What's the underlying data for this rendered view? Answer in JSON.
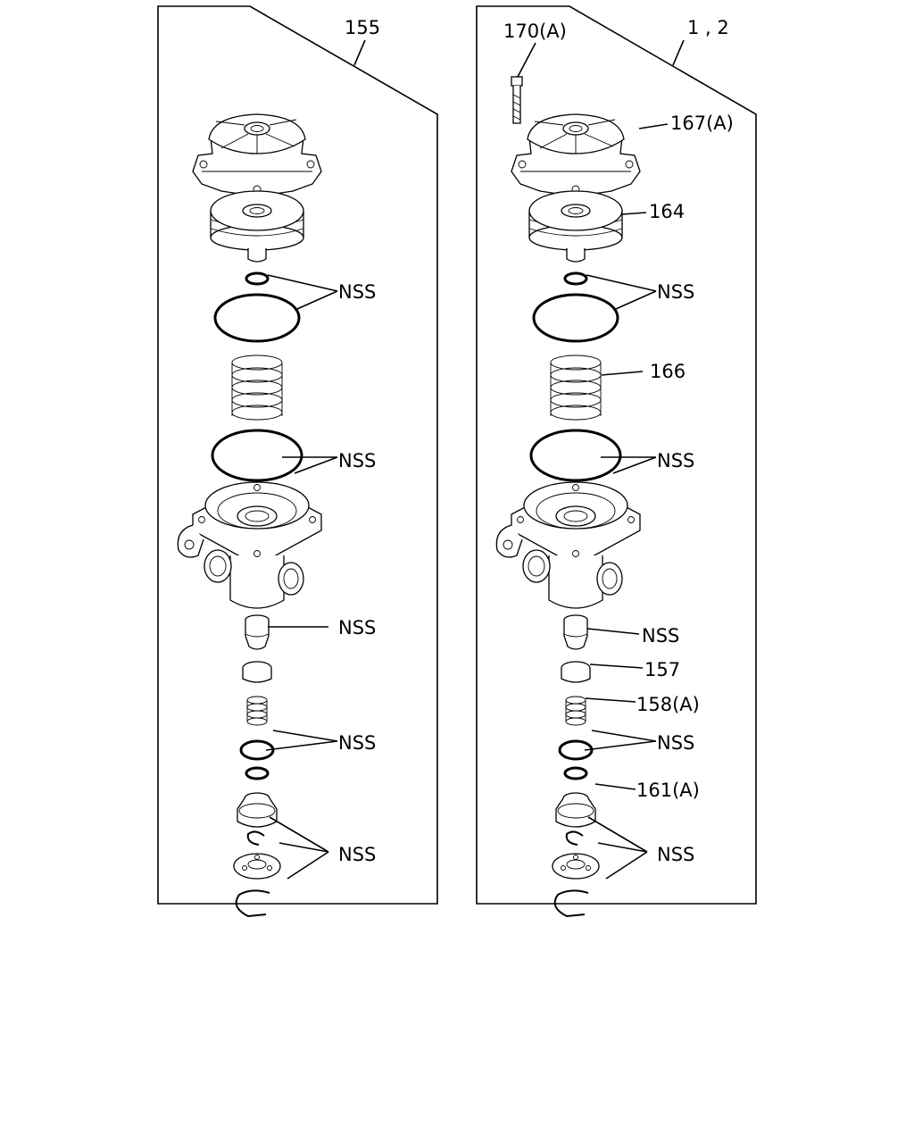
{
  "left_panel": {
    "assembly_number": "155",
    "labels": {
      "nss_seals_upper": "NSS",
      "nss_seal_body": "NSS",
      "nss_valve": "NSS",
      "nss_orings_lower": "NSS",
      "nss_retainer_set": "NSS"
    }
  },
  "right_panel": {
    "assembly_number": "1 , 2",
    "labels": {
      "bolt": "170(A)",
      "cover": "167(A)",
      "piston": "164",
      "nss_seals_upper": "NSS",
      "spring": "166",
      "nss_seal_body": "NSS",
      "nss_valve": "NSS",
      "ring_157": "157",
      "spring_158": "158(A)",
      "nss_orings_lower": "NSS",
      "seat_161": "161(A)",
      "nss_retainer_set": "NSS"
    }
  }
}
